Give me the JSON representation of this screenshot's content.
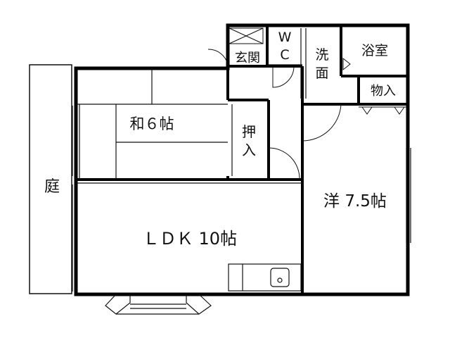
{
  "rooms": {
    "garden": "庭",
    "washitsu": "和６帖",
    "oshiire_top": "押",
    "oshiire_bottom": "入",
    "ldk": "ＬＤＫ 10帖",
    "youshitsu": "洋 7.5帖",
    "genkan": "玄関",
    "wc_top": "W",
    "wc_bottom": "C",
    "senmen_top": "洗",
    "senmen_bottom": "面",
    "yokushitsu": "浴室",
    "monoire": "物入"
  },
  "colors": {
    "wall": "#000000",
    "line": "#111111",
    "background": "#ffffff"
  }
}
